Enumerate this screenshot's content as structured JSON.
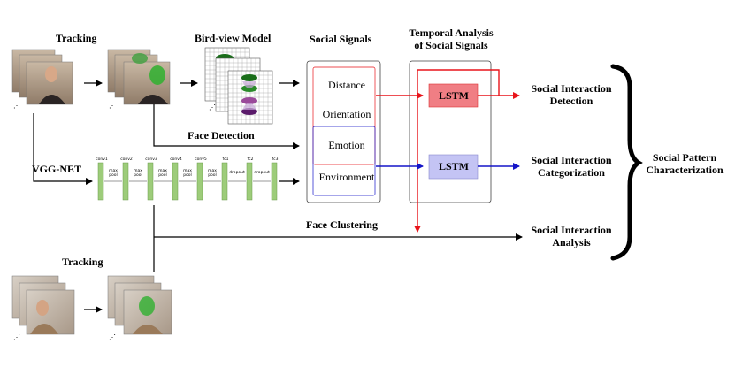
{
  "labels": {
    "tracking_top": "Tracking",
    "bird_view": "Bird-view Model",
    "social_signals": "Social Signals",
    "temporal_line1": "Temporal Analysis",
    "temporal_line2": "of Social Signals",
    "face_detection": "Face Detection",
    "vgg_net": "VGG-NET",
    "face_clustering": "Face Clustering",
    "tracking_bottom": "Tracking"
  },
  "signals": [
    "Distance",
    "Orientation",
    "Emotion",
    "Environment"
  ],
  "lstm": {
    "top": "LSTM",
    "bottom": "LSTM"
  },
  "outputs": {
    "detection_l1": "Social Interaction",
    "detection_l2": "Detection",
    "categorization_l1": "Social Interaction",
    "categorization_l2": "Categorization",
    "analysis_l1": "Social Interaction",
    "analysis_l2": "Analysis"
  },
  "characterization_l1": "Social Pattern",
  "characterization_l2": "Characterization",
  "vgg_layers": {
    "top": [
      "conv1",
      "conv2",
      "conv3",
      "conv4",
      "conv5",
      "fc1",
      "fc2",
      "fc3"
    ],
    "mid": [
      "max pool",
      "max pool",
      "max pool",
      "max pool",
      "max pool",
      "dropout",
      "dropout"
    ]
  },
  "colors": {
    "red": "#e8141a",
    "blue": "#1515c8",
    "lstm_red_fill": "#f07e84",
    "lstm_blue_fill": "#c4c4f4",
    "vgg_green": "#9dcc7a"
  }
}
